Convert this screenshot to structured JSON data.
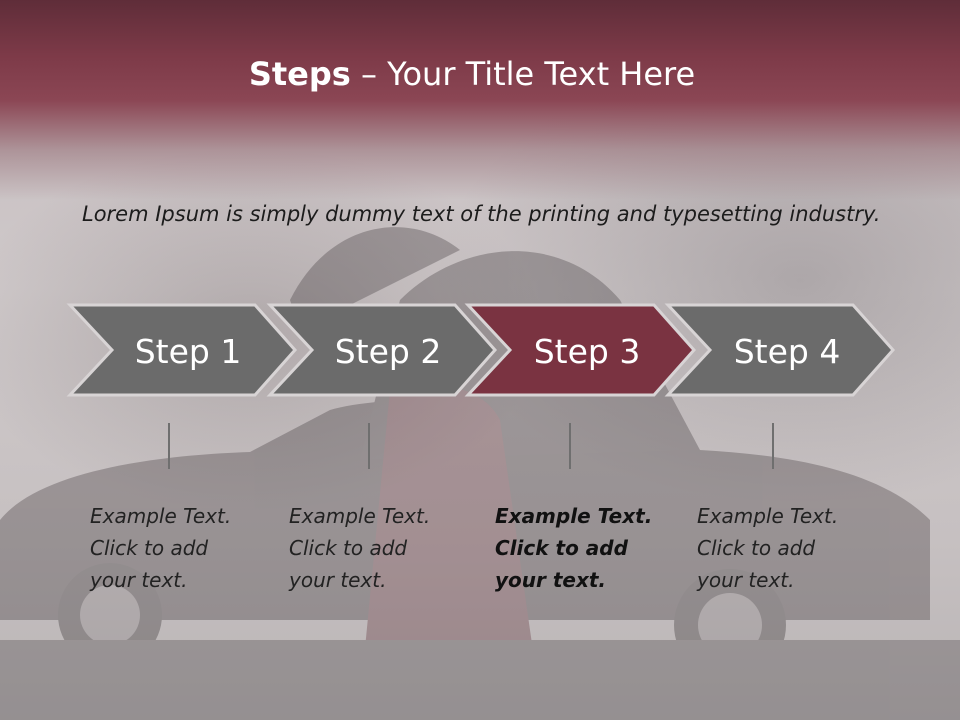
{
  "title": {
    "bold": "Steps",
    "rest": " – Your Title Text Here"
  },
  "intro": "Lorem Ipsum is simply dummy text of the printing and typesetting industry.",
  "steps": [
    {
      "label": "Step 1",
      "lines": [
        "Example Text.",
        "Click  to add",
        "your text."
      ],
      "active": false
    },
    {
      "label": "Step 2",
      "lines": [
        "Example Text.",
        "Click  to add",
        "your text."
      ],
      "active": false
    },
    {
      "label": "Step 3",
      "lines": [
        "Example Text.",
        "Click  to add",
        "your text."
      ],
      "active": true
    },
    {
      "label": "Step 4",
      "lines": [
        "Example Text.",
        "Click  to add",
        "your text."
      ],
      "active": false
    }
  ],
  "colors": {
    "arrow": "#6b6b6b",
    "active_arrow": "#7a3341",
    "banner": "#7d3a48"
  }
}
